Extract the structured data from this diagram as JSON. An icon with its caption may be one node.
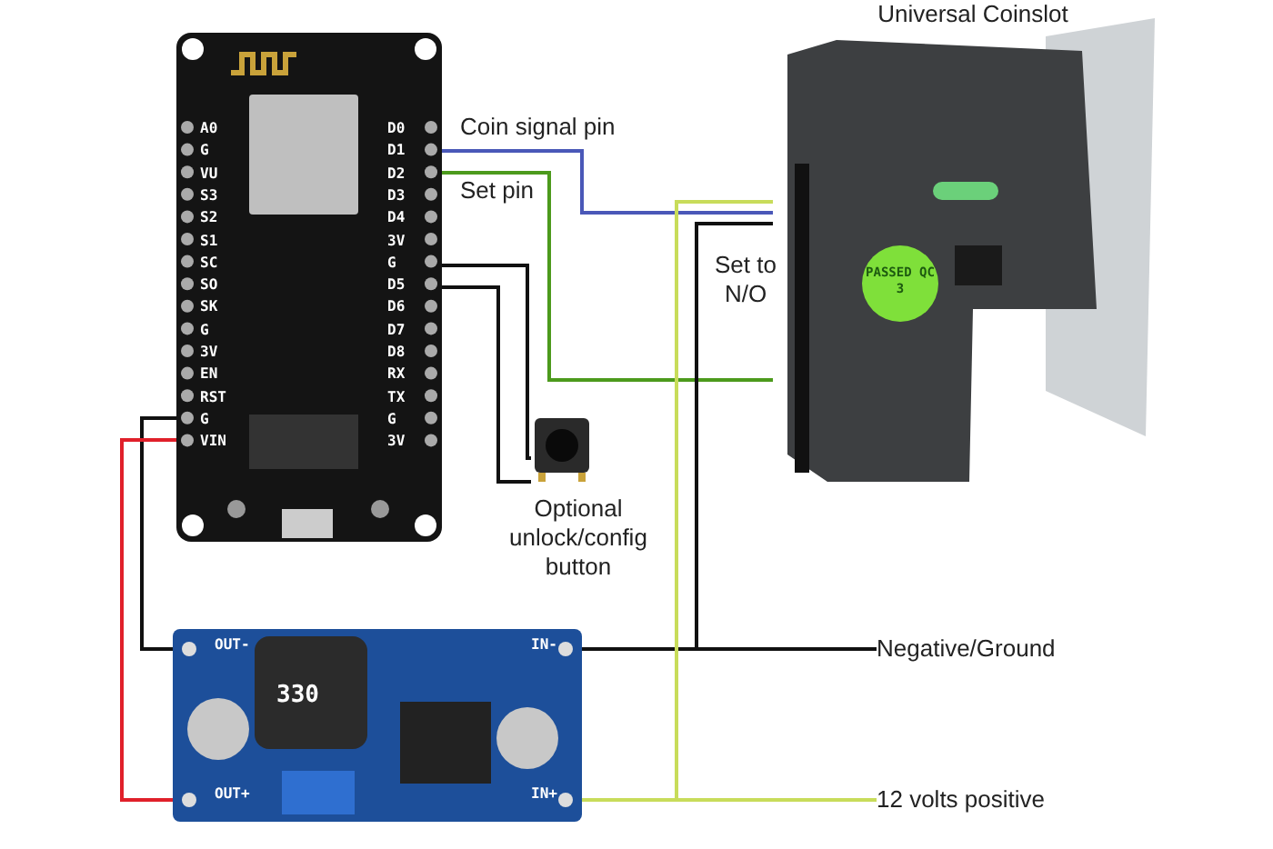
{
  "diagram": {
    "nodes": [
      {
        "text": [],
        "shape": "picture"
      },
      {
        "text": [
          "Universal Coinslot"
        ]
      },
      {
        "text": [],
        "shape": "picture",
        "beside": [
          "Optional unlock/config button"
        ]
      },
      {
        "text": [],
        "shape": "picture"
      },
      {
        "text": [
          "Negative/Ground"
        ]
      },
      {
        "text": [
          "12 volts positive"
        ]
      }
    ],
    "edges": [
      {
        "from": 0,
        "to": 1,
        "arrow": "none",
        "color": "#4a58b8"
      },
      {
        "from": 0,
        "to": 1,
        "arrow": "none",
        "color": "#4c9a1c"
      },
      {
        "from": 0,
        "to": 2,
        "arrow": "none"
      },
      {
        "from": 0,
        "to": 2,
        "arrow": "none"
      },
      {
        "from": 0,
        "to": 3,
        "arrow": "none"
      },
      {
        "from": 0,
        "to": 3,
        "arrow": "none",
        "color": "#e0202a"
      },
      {
        "from": 1,
        "to": 4,
        "arrow": "none"
      },
      {
        "from": 3,
        "to": 4,
        "arrow": "none"
      },
      {
        "from": 1,
        "to": 5,
        "arrow": "none",
        "color": "#c8dc5a"
      },
      {
        "from": 3,
        "to": 5,
        "arrow": "none",
        "color": "#c8dc5a"
      }
    ],
    "labels": [
      "Coin signal pin",
      "Set pin",
      "Set to N/O",
      "A0",
      "G",
      "VU",
      "S3",
      "S2",
      "S1",
      "SC",
      "SO",
      "SK",
      "G",
      "3V",
      "EN",
      "RST",
      "G",
      "VIN",
      "D0",
      "D1",
      "D2",
      "D3",
      "D4",
      "3V",
      "G",
      "D5",
      "D6",
      "D7",
      "D8",
      "RX",
      "TX",
      "G",
      "3V",
      "OUT-",
      "OUT+",
      "IN-",
      "IN+",
      "330",
      "PASSED QC 3"
    ]
  }
}
